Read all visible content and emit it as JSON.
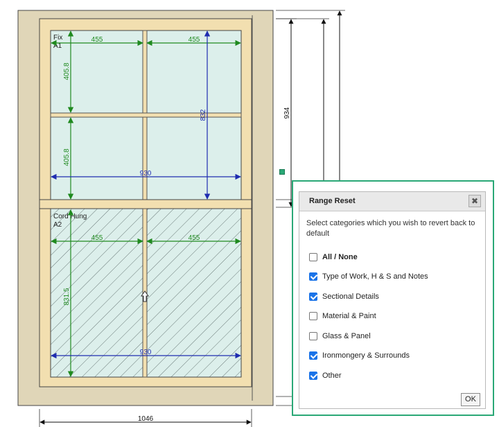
{
  "drawing": {
    "upper_sash": {
      "label_line1": "Fix",
      "label_line2": "A1",
      "pane_width_left": "455",
      "pane_width_right": "455",
      "pane_height_top": "405.8",
      "pane_height_bottom": "405.8",
      "sash_height": "832",
      "sash_width": "930"
    },
    "lower_sash": {
      "label_line1": "Cord Hung",
      "label_line2": "A2",
      "pane_width_left": "455",
      "pane_width_right": "455",
      "pane_height": "831.5",
      "sash_width": "930"
    },
    "overall_height": "934",
    "overall_width": "1046"
  },
  "dialog": {
    "title": "Range Reset",
    "close_symbol": "✖",
    "description": "Select categories which you wish to revert back to default",
    "options": [
      {
        "label": "All / None",
        "checked": false
      },
      {
        "label": "Type of Work, H & S and Notes",
        "checked": true
      },
      {
        "label": "Sectional Details",
        "checked": true
      },
      {
        "label": "Material & Paint",
        "checked": false
      },
      {
        "label": "Glass & Panel",
        "checked": false
      },
      {
        "label": "Ironmongery & Surrounds",
        "checked": true
      },
      {
        "label": "Other",
        "checked": true
      }
    ],
    "ok_label": "OK"
  },
  "colors": {
    "frame": "#e0d6b8",
    "sash": "#f2dfb0",
    "glass": "#dcefeb",
    "green_dim": "#1f8a1f",
    "blue_dim": "#1f2db0",
    "accent": "#2aa876"
  }
}
